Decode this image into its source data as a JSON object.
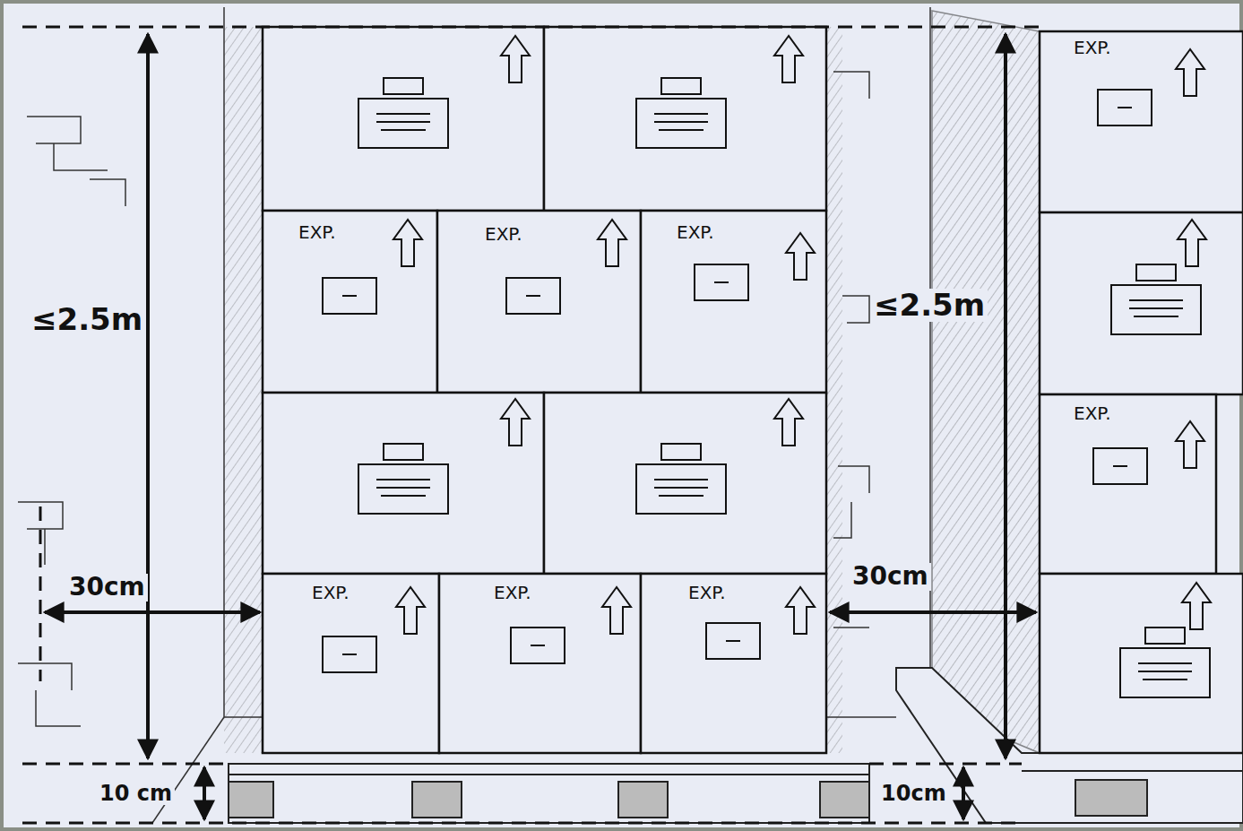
{
  "diagram": {
    "labels": [
      "≤2.5m",
      "≤2.5m",
      "30cm",
      "30cm",
      "10 cm",
      "10cm",
      "EXP.",
      "EXP.",
      "EXP.",
      "EXP.",
      "EXP.",
      "EXP.",
      "EXP.",
      "EXP."
    ]
  }
}
